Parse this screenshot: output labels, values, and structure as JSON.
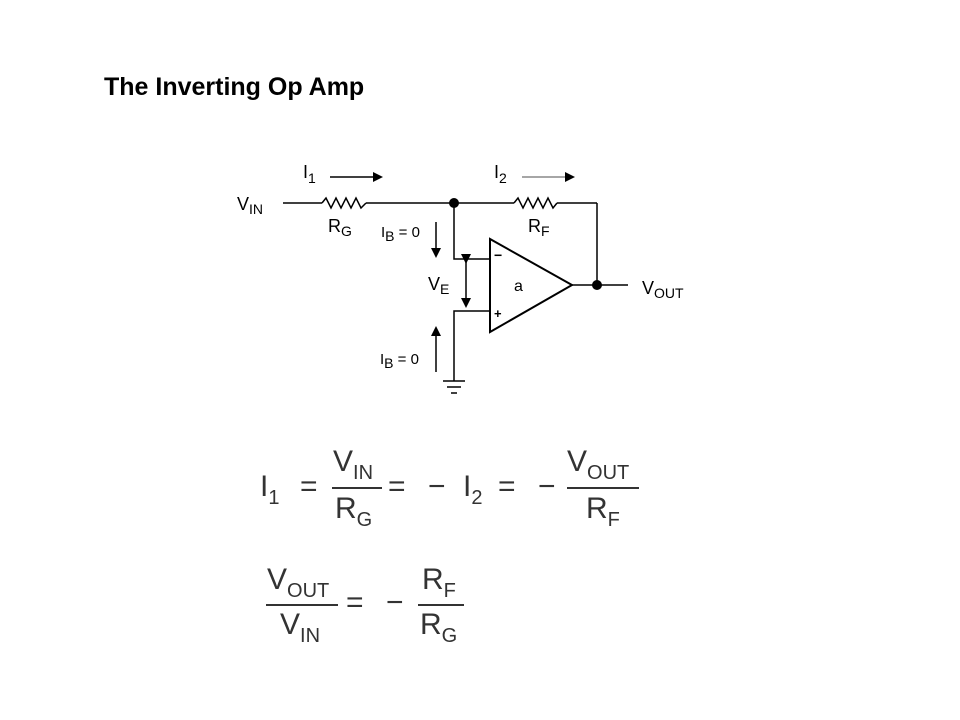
{
  "title": "The Inverting Op Amp",
  "circuit": {
    "vin": "V",
    "vin_sub": "IN",
    "vout": "V",
    "vout_sub": "OUT",
    "i1": "I",
    "i1_sub": "1",
    "i2": "I",
    "i2_sub": "2",
    "rg": "R",
    "rg_sub": "G",
    "rf": "R",
    "rf_sub": "F",
    "ve": "V",
    "ve_sub": "E",
    "ib_top": "I",
    "ib_top_sub": "B",
    "ib_top_eq": " = 0",
    "ib_bottom": "I",
    "ib_bottom_sub": "B",
    "ib_bottom_eq": " = 0",
    "gain": "a",
    "minus": "−",
    "plus": "+"
  },
  "equation1": {
    "lhs": "I",
    "lhs_sub": "1",
    "eq1": "=",
    "num1": "V",
    "num1_sub": "IN",
    "den1": "R",
    "den1_sub": "G",
    "eq2": "=",
    "neg1": "−",
    "mid": "I",
    "mid_sub": "2",
    "eq3": "=",
    "neg2": "−",
    "num2": "V",
    "num2_sub": "OUT",
    "den2": "R",
    "den2_sub": "F"
  },
  "equation2": {
    "num1": "V",
    "num1_sub": "OUT",
    "den1": "V",
    "den1_sub": "IN",
    "eq": "=",
    "neg": "−",
    "num2": "R",
    "num2_sub": "F",
    "den2": "R",
    "den2_sub": "G"
  }
}
